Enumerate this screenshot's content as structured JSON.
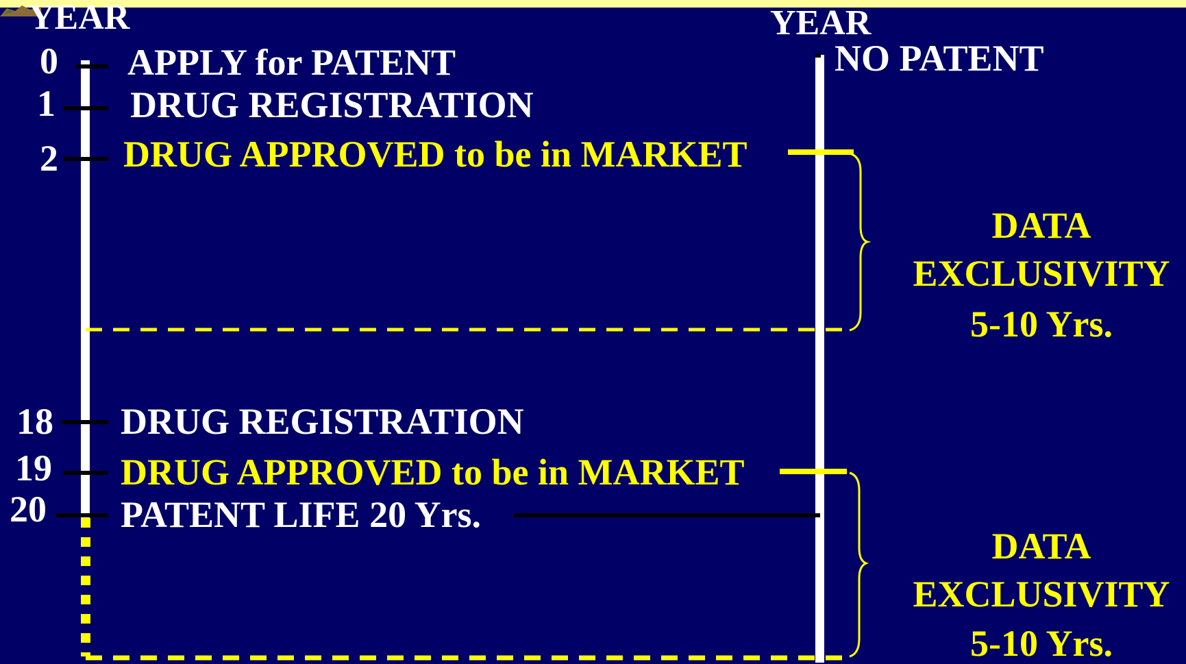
{
  "colors": {
    "background": "#000066",
    "top_bar": "#FFFF99",
    "white_text": "#FFFFFF",
    "yellow_text": "#FFFF00"
  },
  "left_axis": {
    "header": "YEAR",
    "ticks": [
      {
        "year": "0",
        "label": "APPLY for PATENT",
        "highlight": false
      },
      {
        "year": "1",
        "label": "DRUG REGISTRATION",
        "highlight": false
      },
      {
        "year": "2",
        "label": "DRUG APPROVED to be in MARKET",
        "highlight": true
      },
      {
        "year": "18",
        "label": "DRUG REGISTRATION",
        "highlight": false
      },
      {
        "year": "19",
        "label": "DRUG APPROVED to be in MARKET",
        "highlight": true
      },
      {
        "year": "20",
        "label": "PATENT LIFE 20 Yrs.",
        "highlight": false
      }
    ]
  },
  "right_axis": {
    "header": "YEAR",
    "label": "NO PATENT"
  },
  "brackets": [
    {
      "line1": "DATA",
      "line2": "EXCLUSIVITY",
      "line3": "5-10 Yrs."
    },
    {
      "line1": "DATA",
      "line2": "EXCLUSIVITY",
      "line3": "5-10 Yrs."
    }
  ]
}
